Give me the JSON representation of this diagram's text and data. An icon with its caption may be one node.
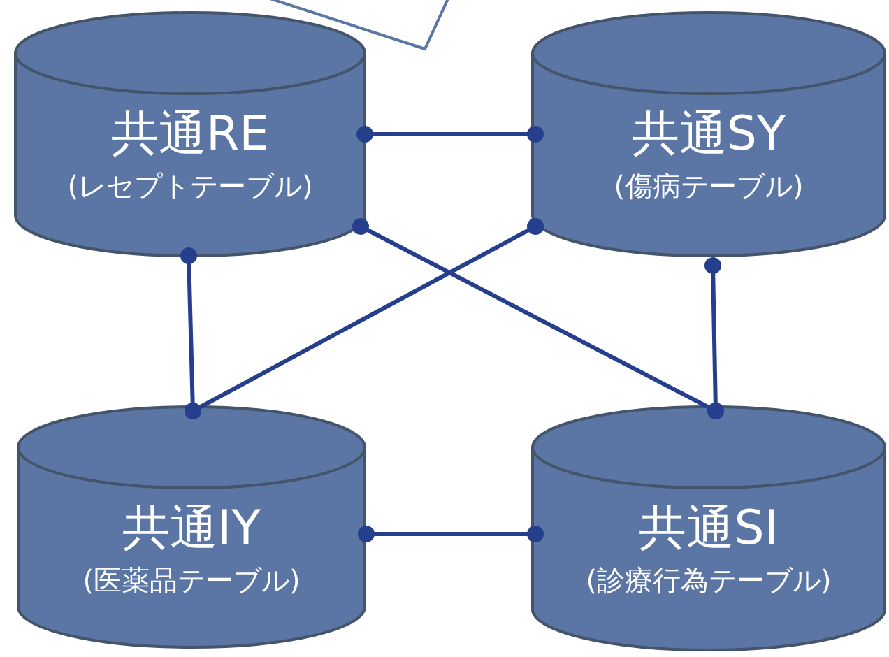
{
  "diagram": {
    "nodes": [
      {
        "text": [
          "共通RE",
          "(レセプトテーブル)"
        ]
      },
      {
        "text": [
          "共通SY",
          "(傷病テーブル)"
        ]
      },
      {
        "text": [
          "共通IY",
          "(医薬品テーブル)"
        ]
      },
      {
        "text": [
          "共通SI",
          "(診療行為テーブル)"
        ]
      }
    ],
    "edges": [
      {
        "from": 0,
        "to": 1,
        "arrow": "other"
      },
      {
        "from": 0,
        "to": 2,
        "arrow": "other"
      },
      {
        "from": 1,
        "to": 2,
        "arrow": "other"
      },
      {
        "from": 0,
        "to": 3,
        "arrow": "other"
      },
      {
        "from": 1,
        "to": 3,
        "arrow": "other"
      },
      {
        "from": 2,
        "to": 3,
        "arrow": "other"
      }
    ]
  }
}
